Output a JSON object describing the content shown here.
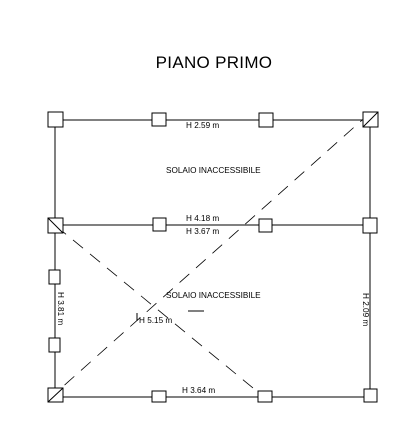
{
  "title": "PIANO PRIMO",
  "upper_room": {
    "label": "SOLAIO INACCESSIBILE",
    "top_height": "H 2.59 m"
  },
  "middle_beam": {
    "upper_height": "H 4.18 m",
    "lower_height": "H 3.67 m"
  },
  "lower_room": {
    "label": "SOLAIO INACCESSIBILE",
    "left_height": "H 3.81 m",
    "center_height": "H 5.15 m",
    "right_height": "H 2.09 m",
    "bottom_height": "H 3.64 m"
  },
  "colors": {
    "line": "#000000",
    "background": "#ffffff"
  }
}
